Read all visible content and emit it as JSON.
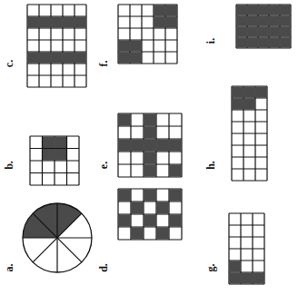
{
  "diagram": {
    "labels": [
      "a.",
      "b.",
      "c.",
      "d.",
      "e.",
      "f.",
      "g.",
      "h.",
      "i."
    ]
  }
}
